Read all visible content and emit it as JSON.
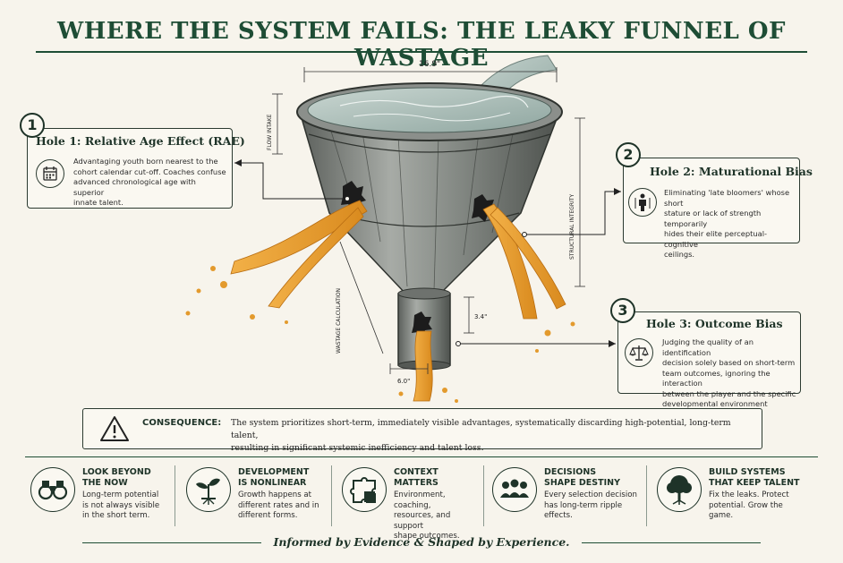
{
  "title": "WHERE THE SYSTEM FAILS: THE LEAKY FUNNEL OF WASTAGE",
  "dimensions": {
    "top_width": "16.9\"",
    "spout_height": "3.4\"",
    "spout_width": "6.0\"",
    "flow_intake": "FLOW INTAKE",
    "structural_integrity": "STRUCTURAL INTEGRITY",
    "wastage_calculation": "WASTAGE CALCULATION"
  },
  "holes": [
    {
      "number": "1",
      "title": "Hole 1: Relative Age Effect (RAE)",
      "icon": "calendar-icon",
      "lines": [
        "Advantaging youth born nearest to the",
        "cohort calendar cut-off. Coaches confuse",
        "advanced chronological age with superior",
        "innate talent."
      ]
    },
    {
      "number": "2",
      "title": "Hole 2: Maturational Bias",
      "icon": "growth-figure-icon",
      "lines": [
        "Eliminating 'late bloomers' whose short",
        "stature or lack of strength temporarily",
        "hides their elite perceptual-cognitive",
        "ceilings."
      ]
    },
    {
      "number": "3",
      "title": "Hole 3: Outcome Bias",
      "icon": "scales-icon",
      "lines": [
        "Judging the quality of an identification",
        "decision solely based on short-term",
        "team outcomes, ignoring the interaction",
        "between the player and the specific",
        "developmental environment provided."
      ]
    }
  ],
  "consequence": {
    "label": "CONSEQUENCE:",
    "icon": "warning-icon",
    "lines": [
      "The system prioritizes short-term, immediately visible advantages, systematically discarding high-potential, long-term talent,",
      "resulting in significant systemic inefficiency and talent loss."
    ]
  },
  "pillars": [
    {
      "title_lines": [
        "LOOK BEYOND",
        "THE NOW"
      ],
      "icon": "binoculars-icon",
      "text_lines": [
        "Long-term potential",
        "is not always visible",
        "in the short term."
      ]
    },
    {
      "title_lines": [
        "DEVELOPMENT",
        "IS NONLINEAR"
      ],
      "icon": "sprout-icon",
      "text_lines": [
        "Growth happens at",
        "different rates and in",
        "different forms."
      ]
    },
    {
      "title_lines": [
        "CONTEXT",
        "MATTERS"
      ],
      "icon": "puzzle-icon",
      "text_lines": [
        "Environment, coaching,",
        "resources, and support",
        "shape outcomes."
      ]
    },
    {
      "title_lines": [
        "DECISIONS",
        "SHAPE DESTINY"
      ],
      "icon": "people-icon",
      "text_lines": [
        "Every selection decision",
        "has long-term ripple",
        "effects."
      ]
    },
    {
      "title_lines": [
        "BUILD SYSTEMS",
        "THAT KEEP TALENT"
      ],
      "icon": "tree-icon",
      "text_lines": [
        "Fix the leaks. Protect",
        "potential. Grow the",
        "game."
      ]
    }
  ],
  "footer": "Informed by Evidence & Shaped by Experience.",
  "colors": {
    "primary": "#1e4d35",
    "leak": "#e39a2d",
    "water": "#9fb5ae",
    "metal": "#7d817d",
    "background": "#f7f4ec"
  }
}
